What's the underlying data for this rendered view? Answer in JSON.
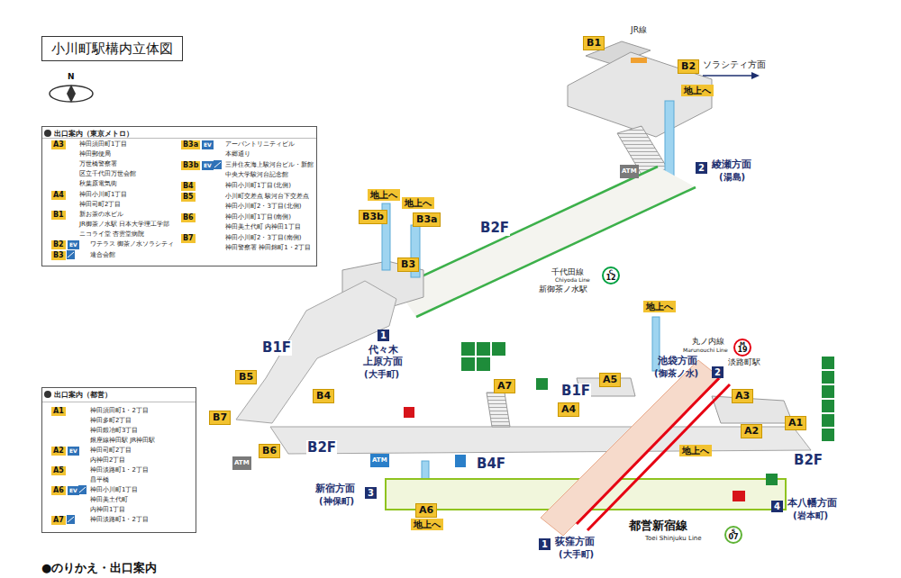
{
  "diagram": {
    "title": "小川町駅構内立体図",
    "nodes": [
      {
        "text": [
          "出口案内（東京メトロ）"
        ]
      },
      {
        "text": [
          "A3"
        ],
        "in": 0
      },
      {
        "text": [
          "A4"
        ],
        "in": 0
      },
      {
        "text": [
          "B1"
        ],
        "in": 0
      },
      {
        "text": [
          "B2"
        ],
        "in": 0
      },
      {
        "text": [
          "EV"
        ],
        "in": 0
      },
      {
        "text": [
          "B3"
        ],
        "in": 0
      },
      {
        "text": [
          "B3a"
        ],
        "in": 0
      },
      {
        "text": [
          "EV"
        ],
        "in": 0
      },
      {
        "text": [
          "B3b"
        ],
        "in": 0
      },
      {
        "text": [
          "EV"
        ],
        "in": 0
      },
      {
        "text": [
          "B4"
        ],
        "in": 0
      },
      {
        "text": [
          "B5"
        ],
        "in": 0
      },
      {
        "text": [
          "B6"
        ],
        "in": 0
      },
      {
        "text": [
          "B7"
        ],
        "in": 0
      },
      {
        "text": [
          "出口案内（都営）"
        ]
      },
      {
        "text": [
          "A1"
        ],
        "in": 15
      },
      {
        "text": [
          "A2"
        ],
        "in": 15
      },
      {
        "text": [
          "EV"
        ],
        "in": 15
      },
      {
        "text": [
          "A5"
        ],
        "in": 15
      },
      {
        "text": [
          "A6"
        ],
        "in": 15
      },
      {
        "text": [
          "EV"
        ],
        "in": 15
      },
      {
        "text": [
          "A7"
        ],
        "in": 15
      },
      {
        "text": [
          "B1"
        ]
      },
      {
        "text": [
          "B2"
        ]
      },
      {
        "text": [
          "地上へ"
        ]
      },
      {
        "text": [
          "2"
        ]
      },
      {
        "text": [
          "C",
          "12"
        ]
      },
      {
        "text": [
          "地上へ"
        ]
      },
      {
        "text": [
          "B3b"
        ]
      },
      {
        "text": [
          "地上へ"
        ]
      },
      {
        "text": [
          "B3a"
        ]
      },
      {
        "text": [
          "B3"
        ]
      },
      {
        "text": [
          "1"
        ]
      },
      {
        "text": [
          "B5"
        ]
      },
      {
        "text": [
          "B4"
        ]
      },
      {
        "text": [
          "B7"
        ]
      },
      {
        "text": [
          "B6"
        ]
      },
      {
        "text": [
          "A7"
        ]
      },
      {
        "text": [
          "地上へ"
        ]
      },
      {
        "text": [
          "2"
        ]
      },
      {
        "text": [
          "M",
          "19"
        ]
      },
      {
        "text": [
          "A5"
        ]
      },
      {
        "text": [
          "A3"
        ]
      },
      {
        "text": [
          "A4"
        ]
      },
      {
        "text": [
          "A1"
        ]
      },
      {
        "text": [
          "A2"
        ]
      },
      {
        "text": [
          "地上へ"
        ]
      },
      {
        "text": [
          "3"
        ]
      },
      {
        "text": [
          "4"
        ]
      },
      {
        "text": [
          "A6"
        ]
      },
      {
        "text": [
          "地上へ"
        ]
      },
      {
        "text": [
          "1"
        ]
      },
      {
        "text": [
          "S",
          "07"
        ]
      },
      {
        "text": [
          "ATM"
        ]
      },
      {
        "text": [
          "ATM"
        ]
      },
      {
        "text": [
          "ATM"
        ]
      }
    ],
    "labels": [
      "N",
      "神田須田町1丁目",
      "神田郵便局",
      "万世橋警察署",
      "区立千代田万世会館",
      "秋葉原電気街",
      "神田小川町1丁目",
      "神田司町2丁目",
      "新お茶の水ビル",
      "JR御茶ノ水駅 日本大学理工学部",
      "ニコライ堂 杏雲堂病院",
      "ワテラス 御茶ノ水ソラシティ",
      "連合会館",
      "アーバントリニティビル",
      "本郷通り",
      "三井住友海上駿河台ビル・新館",
      "中央大学駿河台記念館",
      "神田小川町1丁目(北側)",
      "小川町交差点 駿河台下交差点",
      "神田小川町2・3丁目(北側)",
      "神田小川町1丁目(南側)",
      "神田美土代町 内神田1丁目",
      "神田小川町2・3丁目(南側)",
      "神田警察署 神田錦町1・2丁目",
      "神田須田町1・2丁目",
      "神田多町2丁目",
      "神田鍛冶町3丁目",
      "銀座線神田駅 JR神田駅",
      "神田司町2丁目",
      "内神田2丁目",
      "神田淡路町1・2丁目",
      "昌平橋",
      "神田小川町1丁目",
      "神田美土代町",
      "内神田1丁目",
      "神田淡路町1・2丁目",
      "JR線",
      "ソラシティ方面",
      "綾瀬方面",
      "(湯島)",
      "B2F",
      "千代田線",
      "Chiyoda Line",
      "新御茶ノ水駅",
      "代々木 上原方面",
      "(大手町)",
      "B1F",
      "B2F",
      "池袋方面",
      "(御茶ノ水)",
      "丸ノ内線",
      "Marunouchi Line",
      "淡路町駅",
      "B1F",
      "B4F",
      "B2F",
      "新宿方面",
      "(神保町)",
      "本八幡方面",
      "(岩本町)",
      "荻窪方面",
      "(大手町)",
      "都営新宿線",
      "Toei Shinjuku Line",
      "●のりかえ・出口案内"
    ]
  }
}
